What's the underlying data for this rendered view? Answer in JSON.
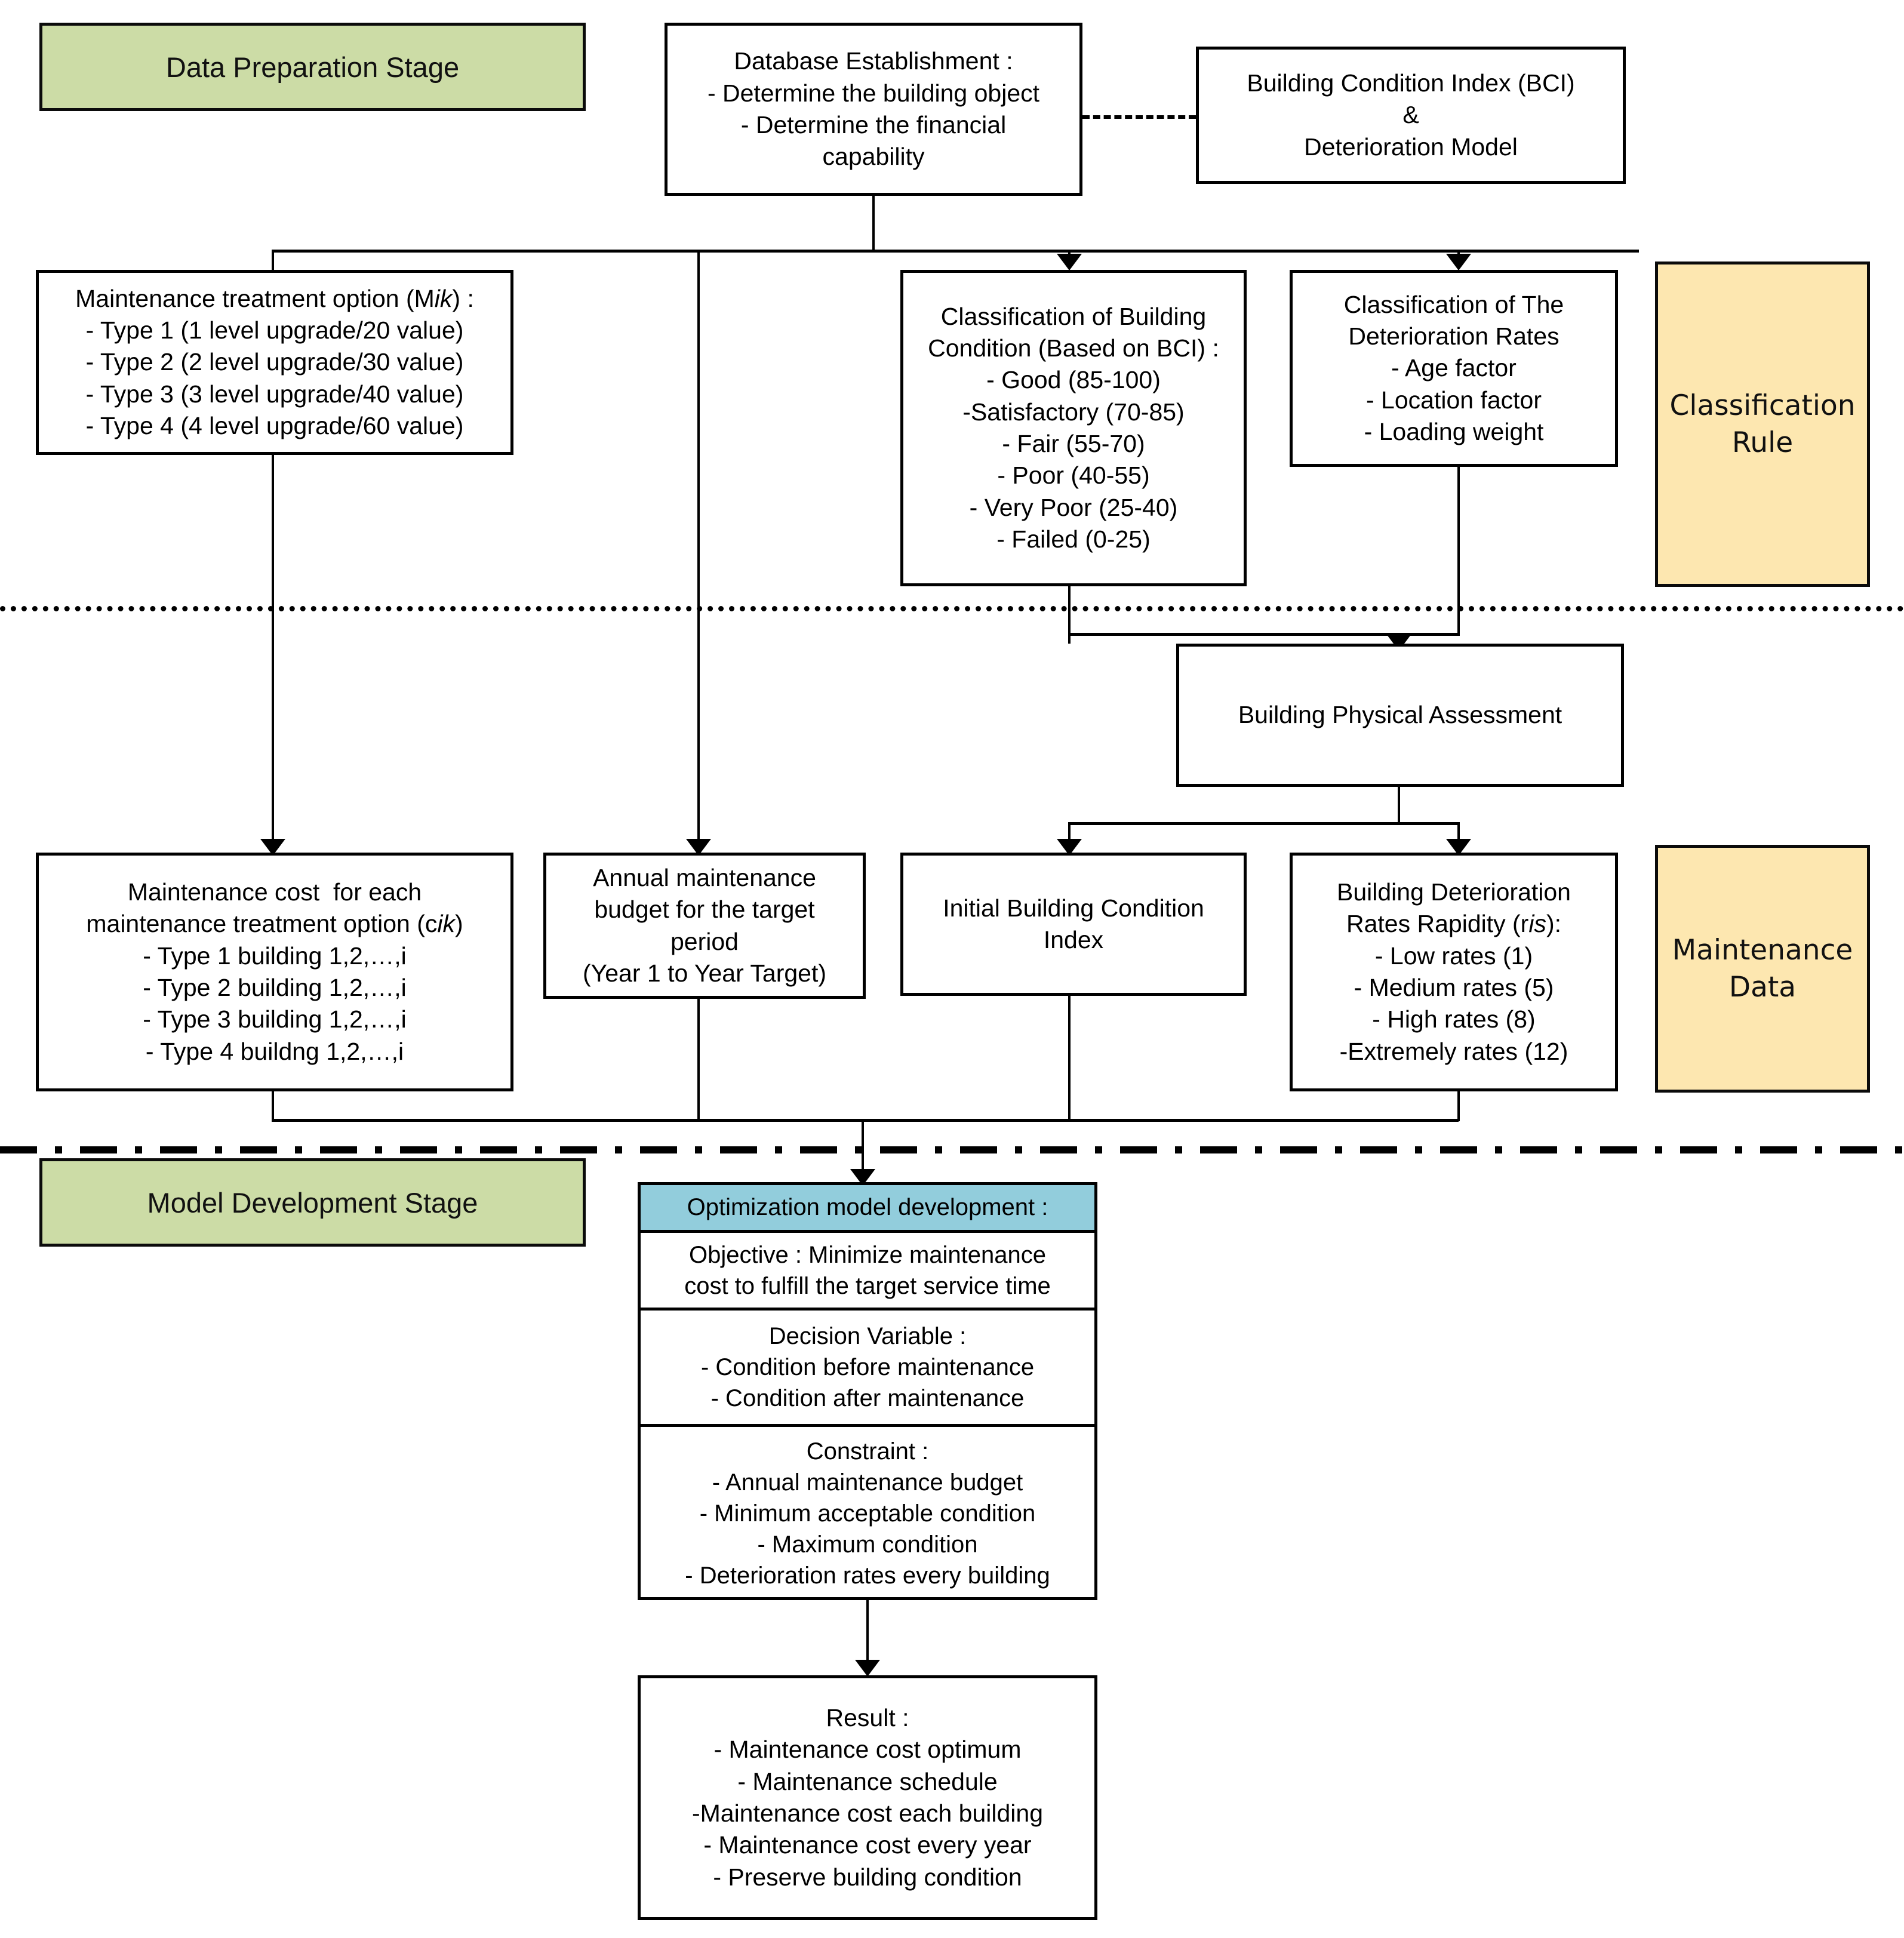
{
  "diagram": {
    "title": "Building maintenance optimization methodology flowchart",
    "colors": {
      "stage_green": "#CCDCA6",
      "category_tan": "#FDE7B0",
      "header_blue": "#92CDDC",
      "line_black": "#000000",
      "box_white": "#FFFFFF"
    }
  },
  "stages": {
    "data_preparation": "Data Preparation Stage",
    "model_development": "Model Development Stage"
  },
  "categories": {
    "classification_rule": "Classification\nRule",
    "classification_rule_lines": [
      "Classification",
      "Rule"
    ],
    "maintenance_data": "Maintenance\nData",
    "maintenance_data_lines": [
      "Maintenance",
      "Data"
    ]
  },
  "nodes": {
    "database_establishment": {
      "lines": [
        "Database Establishment :",
        "- Determine the building object",
        "- Determine the financial",
        "capability"
      ]
    },
    "bci_deterioration_model": {
      "lines": [
        "Building Condition Index (BCI)",
        "&",
        "Deterioration Model"
      ]
    },
    "maintenance_treatment_option": {
      "lines": [
        "Maintenance treatment option (M",
        "- Type 1 (1 level upgrade/20 value)",
        "- Type 2 (2 level upgrade/30 value)",
        "- Type 3 (3 level upgrade/40 value)",
        "- Type 4 (4 level upgrade/60 value)"
      ],
      "header_prefix": "Maintenance treatment option (M",
      "header_italic": "ik",
      "header_suffix": ") :"
    },
    "classification_building_condition": {
      "lines": [
        "Classification of Building",
        "Condition (Based on BCI) :",
        "- Good (85-100)",
        "-Satisfactory (70-85)",
        "- Fair (55-70)",
        "- Poor (40-55)",
        "- Very Poor (25-40)",
        "- Failed (0-25)"
      ]
    },
    "classification_deterioration_rates": {
      "lines": [
        "Classification of The",
        "Deterioration Rates",
        "- Age factor",
        "- Location factor",
        "- Loading weight"
      ]
    },
    "building_physical_assessment": {
      "lines": [
        "Building Physical Assessment"
      ]
    },
    "maintenance_cost": {
      "header_prefix": "maintenance treatment option (c",
      "header_italic": "ik",
      "header_suffix": ")",
      "lines": [
        "Maintenance cost  for each",
        "maintenance treatment option (c",
        "- Type 1 building 1,2,…,i",
        "- Type 2 building 1,2,…,i",
        "- Type 3 building 1,2,…,i",
        "- Type 4 buildng 1,2,…,i"
      ]
    },
    "annual_budget": {
      "lines": [
        "Annual maintenance",
        "budget for the target",
        "period",
        "(Year 1 to Year Target)"
      ]
    },
    "initial_bci": {
      "lines": [
        "Initial Building Condition",
        "Index"
      ]
    },
    "deterioration_rates_rapidity": {
      "header_prefix": "Rates Rapidity (r",
      "header_italic": "is",
      "header_suffix": "):",
      "lines": [
        "Building Deterioration",
        "Rates Rapidity (r",
        "- Low rates (1)",
        "- Medium rates (5)",
        "- High rates (8)",
        "-Extremely rates (12)"
      ]
    },
    "optimization_model": {
      "header": "Optimization model development :",
      "objective": [
        "Objective : Minimize maintenance",
        "cost to fulfill the target service time"
      ],
      "decision_variable": [
        "Decision Variable :",
        "- Condition before maintenance",
        "- Condition after maintenance"
      ],
      "constraint": [
        "Constraint :",
        "- Annual maintenance budget",
        "- Minimum acceptable condition",
        "- Maximum condition",
        "- Deterioration rates every building"
      ]
    },
    "result": {
      "lines": [
        "Result :",
        "- Maintenance cost optimum",
        "- Maintenance schedule",
        "-Maintenance cost each building",
        "- Maintenance cost every year",
        "- Preserve building condition"
      ]
    }
  }
}
